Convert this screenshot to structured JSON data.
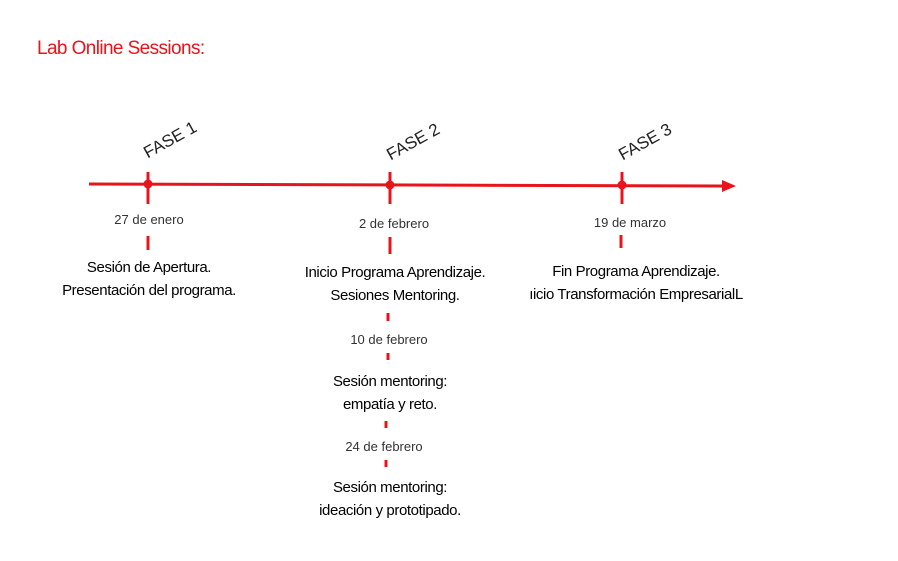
{
  "title": "Lab Online Sessions:",
  "colors": {
    "accent": "#e8141b",
    "text": "#000000"
  },
  "phases": [
    {
      "label": "FASE 1",
      "date": "27 de enero",
      "lines": [
        "Sesión de Apertura.",
        "Presentación del programa."
      ]
    },
    {
      "label": "FASE 2",
      "date": "2 de febrero",
      "lines": [
        "Inicio Programa Aprendizaje.",
        "Sesiones Mentoring."
      ]
    },
    {
      "label": "FASE 3",
      "date": "19 de marzo",
      "lines": [
        "Fin Programa Aprendizaje.",
        "ıicio Transformación EmpresarialL"
      ]
    }
  ],
  "sub_events": [
    {
      "date": "10 de febrero",
      "lines": [
        "Sesión mentoring:",
        "empatía y reto."
      ]
    },
    {
      "date": "24 de febrero",
      "lines": [
        "Sesión mentoring:",
        "ideación y prototipado."
      ]
    }
  ]
}
